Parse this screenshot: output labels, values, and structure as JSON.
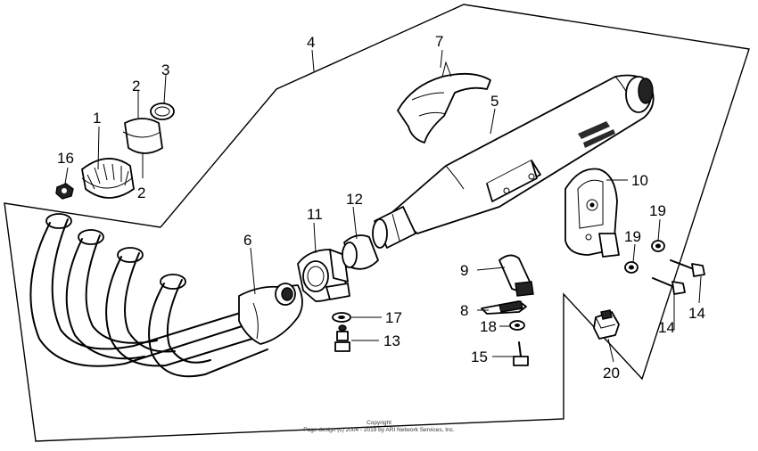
{
  "diagram": {
    "callouts": [
      {
        "id": "1",
        "text": "1"
      },
      {
        "id": "2a",
        "text": "2"
      },
      {
        "id": "2b",
        "text": "2"
      },
      {
        "id": "3",
        "text": "3"
      },
      {
        "id": "4",
        "text": "4"
      },
      {
        "id": "5",
        "text": "5"
      },
      {
        "id": "6",
        "text": "6"
      },
      {
        "id": "7",
        "text": "7"
      },
      {
        "id": "8",
        "text": "8"
      },
      {
        "id": "9",
        "text": "9"
      },
      {
        "id": "10",
        "text": "10"
      },
      {
        "id": "11",
        "text": "11"
      },
      {
        "id": "12",
        "text": "12"
      },
      {
        "id": "13",
        "text": "13"
      },
      {
        "id": "14a",
        "text": "14"
      },
      {
        "id": "14b",
        "text": "14"
      },
      {
        "id": "15",
        "text": "15"
      },
      {
        "id": "16",
        "text": "16"
      },
      {
        "id": "17",
        "text": "17"
      },
      {
        "id": "18",
        "text": "18"
      },
      {
        "id": "19a",
        "text": "19"
      },
      {
        "id": "19b",
        "text": "19"
      },
      {
        "id": "20",
        "text": "20"
      }
    ],
    "copyright_line1": "Copyright",
    "copyright_line2": "Page design (c) 2004 - 2019 by ARI Network Services, Inc."
  }
}
